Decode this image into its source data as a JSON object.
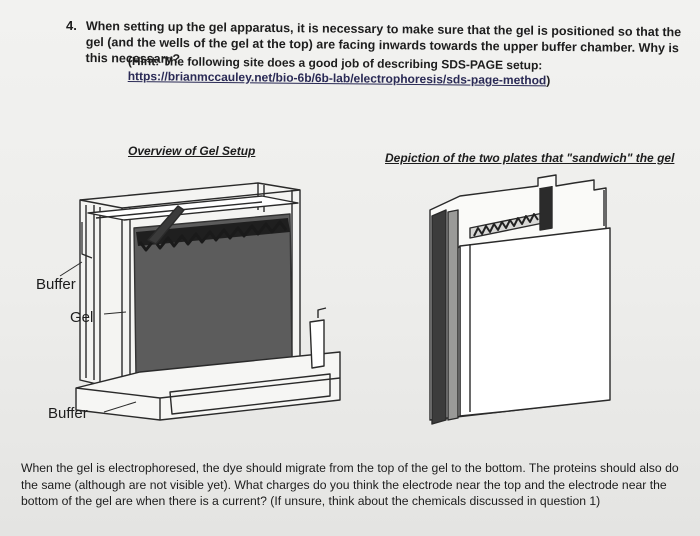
{
  "question": {
    "number": "4.",
    "text": "When setting up the gel apparatus, it is necessary to make sure that the gel is positioned so that the gel (and the wells of the gel at the top) are facing inwards towards the upper buffer chamber. Why is this necessary?",
    "hint_prefix": "(Hint: The following site does a good job of describing SDS-PAGE setup: ",
    "hint_link": "https://brianmccauley.net/bio-6b/6b-lab/electrophoresis/sds-page-method",
    "hint_suffix": ")"
  },
  "figures": {
    "left_title": "Overview of Gel Setup",
    "right_title": "Depiction of the two plates that \"sandwich\" the gel",
    "labels": {
      "buffer_top": "Buffer",
      "gel": "Gel",
      "buffer_bottom": "Buffer"
    }
  },
  "follow_up": "When the gel is electrophoresed, the dye should migrate from the top of the gel to the bottom. The proteins should also do the same (although are not visible yet). What charges do you think the electrode near the top and the electrode near the bottom of the gel are when there is a current? (If unsure, think about the chemicals discussed in question 1)"
}
